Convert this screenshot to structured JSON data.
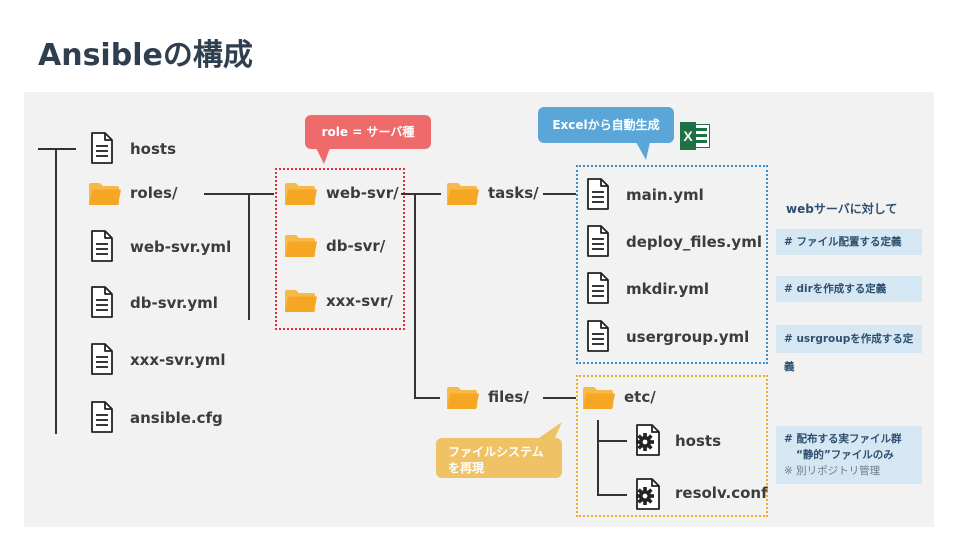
{
  "title": "Ansibleの構成",
  "root_files": {
    "hosts": "hosts",
    "roles": "roles/",
    "web_svr_yml": "web-svr.yml",
    "db_svr_yml": "db-svr.yml",
    "xxx_svr_yml": "xxx-svr.yml",
    "ansible_cfg": "ansible.cfg"
  },
  "roles": {
    "web_svr": "web-svr/",
    "db_svr": "db-svr/",
    "xxx_svr": "xxx-svr/"
  },
  "role_bubble": "role = サーバ種",
  "tasks_folder": "tasks/",
  "files_folder": "files/",
  "excel_bubble": "Excelから自動生成",
  "excel_icon_letter": "X",
  "tasks": {
    "main": "main.yml",
    "deploy": "deploy_files.yml",
    "mkdir": "mkdir.yml",
    "usergroup": "usergroup.yml"
  },
  "files": {
    "etc": "etc/",
    "hosts": "hosts",
    "resolv": "resolv.conf"
  },
  "fs_bubble_line1": "ファイルシステム",
  "fs_bubble_line2": "を再現",
  "notes": {
    "heading": "webサーバに対して",
    "deploy": "# ファイル配置する定義",
    "mkdir": "# dirを作成する定義",
    "usrgroup": "# usrgroupを作成する定義",
    "files_line1": "# 配布する実ファイル群",
    "files_line2": "“静的”ファイルのみ",
    "files_line3": "※ 別リポジトリ管理"
  },
  "colors": {
    "folder": "#f5a623",
    "red_bubble": "#ef6a6a",
    "blue_bubble": "#5aa6d8",
    "yellow_bubble": "#efc265",
    "note_bg": "#d6e7f4",
    "excel_green": "#1e7145"
  }
}
